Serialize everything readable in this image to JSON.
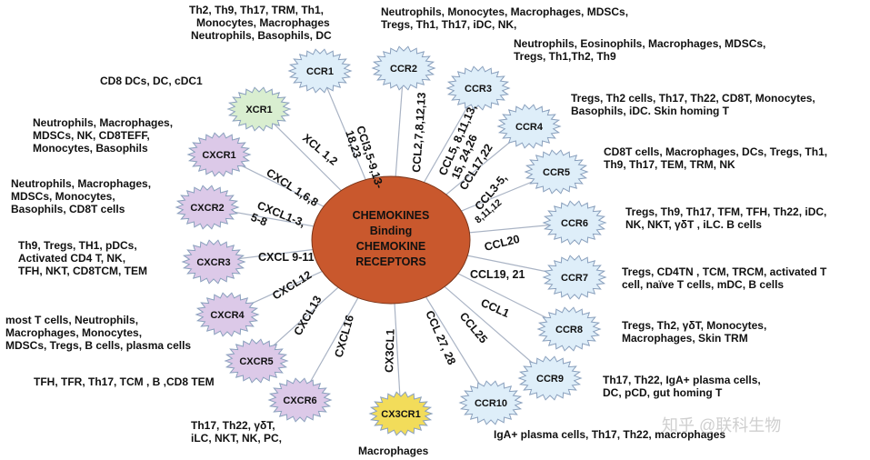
{
  "center": {
    "lines": [
      "CHEMOKINES",
      "Binding",
      "CHEMOKINE",
      "RECEPTORS"
    ],
    "color": "#c9582d"
  },
  "colors": {
    "ccr": "#deeef9",
    "cxcr": "#dcc9e8",
    "xcr": "#d9eed0",
    "cx3cr": "#f2dc5a",
    "spoke": "#a9b3c4"
  },
  "receptors": [
    {
      "label": "CCR1",
      "type": "ccr"
    },
    {
      "label": "CCR2",
      "type": "ccr"
    },
    {
      "label": "CCR3",
      "type": "ccr"
    },
    {
      "label": "CCR4",
      "type": "ccr"
    },
    {
      "label": "CCR5",
      "type": "ccr"
    },
    {
      "label": "CCR6",
      "type": "ccr"
    },
    {
      "label": "CCR7",
      "type": "ccr"
    },
    {
      "label": "CCR8",
      "type": "ccr"
    },
    {
      "label": "CCR9",
      "type": "ccr"
    },
    {
      "label": "CCR10",
      "type": "ccr"
    },
    {
      "label": "CX3CR1",
      "type": "cx3cr"
    },
    {
      "label": "CXCR6",
      "type": "cxcr"
    },
    {
      "label": "CXCR5",
      "type": "cxcr"
    },
    {
      "label": "CXCR4",
      "type": "cxcr"
    },
    {
      "label": "CXCR3",
      "type": "cxcr"
    },
    {
      "label": "CXCR2",
      "type": "cxcr"
    },
    {
      "label": "CXCR1",
      "type": "cxcr"
    },
    {
      "label": "XCR1",
      "type": "xcr"
    }
  ],
  "ligands": [
    {
      "text": "CCl3,5-9,13-"
    },
    {
      "text": "18,23"
    },
    {
      "text": "CCL2,7,8,12,13"
    },
    {
      "text": "CCL5, 8,11,13,"
    },
    {
      "text": "15, 24,26"
    },
    {
      "text": "CCL17,22"
    },
    {
      "text": "CCL3-5,"
    },
    {
      "text": "8,11,12"
    },
    {
      "text": "CCL20"
    },
    {
      "text": "CCL19, 21"
    },
    {
      "text": "CCL1"
    },
    {
      "text": "CCL25"
    },
    {
      "text": "CCL 27, 28"
    },
    {
      "text": "CX3CL1"
    },
    {
      "text": "CXCL16"
    },
    {
      "text": "CXCL13"
    },
    {
      "text": "CXCL12"
    },
    {
      "text": "CXCL 9-11"
    },
    {
      "text": "CXCL1-3,"
    },
    {
      "text": "5-8"
    },
    {
      "text": "CXCL 1,6,8"
    },
    {
      "text": "XCL 1,2"
    }
  ],
  "descriptions": {
    "ccr1": [
      "Th2, Th9, Th17, TRM, Th1,",
      "Monocytes, Macrophages",
      "Neutrophils, Basophils, DC"
    ],
    "ccr2": [
      "Neutrophils, Monocytes, Macrophages, MDSCs,",
      "Tregs, Th1, Th17, iDC, NK,"
    ],
    "ccr3": [
      "Neutrophils,  Eosinophils, Macrophages, MDSCs,",
      "Tregs,  Th1,Th2, Th9"
    ],
    "ccr4": [
      "Tregs, Th2 cells, Th17, Th22, CD8T, Monocytes,",
      "Basophils, iDC. Skin homing T"
    ],
    "ccr5": [
      "CD8T cells, Macrophages, DCs, Tregs, Th1,",
      "Th9, Th17, TEM, TRM, NK"
    ],
    "ccr6": [
      "Tregs, Th9, Th17, TFM, TFH, Th22, iDC,",
      "NK, NKT, γδT , iLC. B cells"
    ],
    "ccr7": [
      "Tregs, CD4TN , TCM, TRCM, activated T",
      "cell, naïve T cells, mDC, B cells"
    ],
    "ccr8": [
      "Tregs, Th2, γδT, Monocytes,",
      "Macrophages, Skin TRM"
    ],
    "ccr9": [
      "Th17, Th22, IgA+ plasma cells,",
      "DC, pCD, gut homing T"
    ],
    "ccr10": [
      "IgA+ plasma cells, Th17, Th22, macrophages"
    ],
    "cx3cr1": [
      "Macrophages"
    ],
    "cxcr6": [
      "Th17, Th22, γδT,",
      "iLC, NKT, NK, PC,"
    ],
    "cxcr5": [
      "TFH, TFR, Th17, TCM , B ,CD8 TEM"
    ],
    "cxcr4": [
      "most T cells, Neutrophils,",
      "Macrophages, Monocytes,",
      "MDSCs, Tregs, B cells, plasma cells"
    ],
    "cxcr3": [
      "Th9, Tregs, TH1, pDCs,",
      "Activated CD4 T, NK,",
      "TFH, NKT, CD8TCM, TEM"
    ],
    "cxcr2": [
      "Neutrophils, Macrophages,",
      "MDSCs, Monocytes,",
      "Basophils, CD8T cells"
    ],
    "cxcr1": [
      "Neutrophils, Macrophages,",
      "MDSCs, NK, CD8TEFF,",
      "Monocytes, Basophils"
    ],
    "xcr1": [
      "CD8 DCs, DC, cDC1"
    ]
  },
  "watermark": "知乎 @联科生物"
}
